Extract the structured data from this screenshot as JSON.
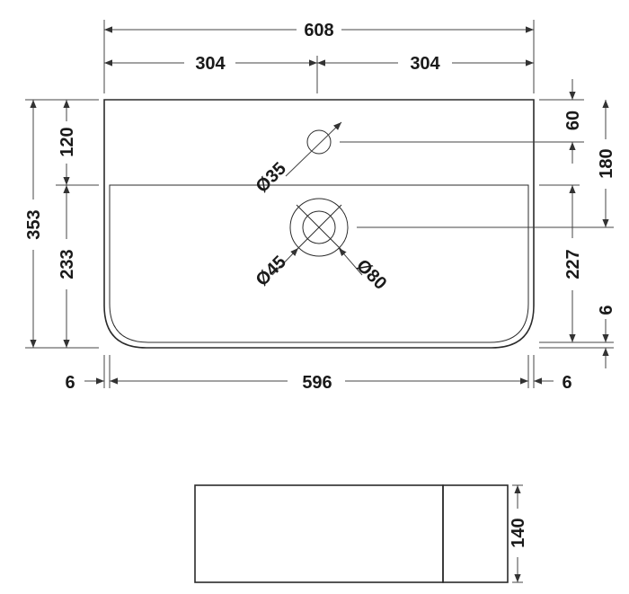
{
  "top_view": {
    "overall_width": "608",
    "half_width_left": "304",
    "half_width_right": "304",
    "overall_depth": "353",
    "back_section": "120",
    "bowl_depth": "233",
    "tap_hole_offset": "60",
    "waste_offset": "180",
    "bowl_length": "227",
    "rim_thickness_side": "6",
    "rim_left": "6",
    "inner_width": "596",
    "rim_right": "6",
    "tap_hole_diameter": "Ø35",
    "waste_inner_diameter": "Ø45",
    "waste_outer_diameter": "Ø80"
  },
  "side_view": {
    "height": "140"
  }
}
